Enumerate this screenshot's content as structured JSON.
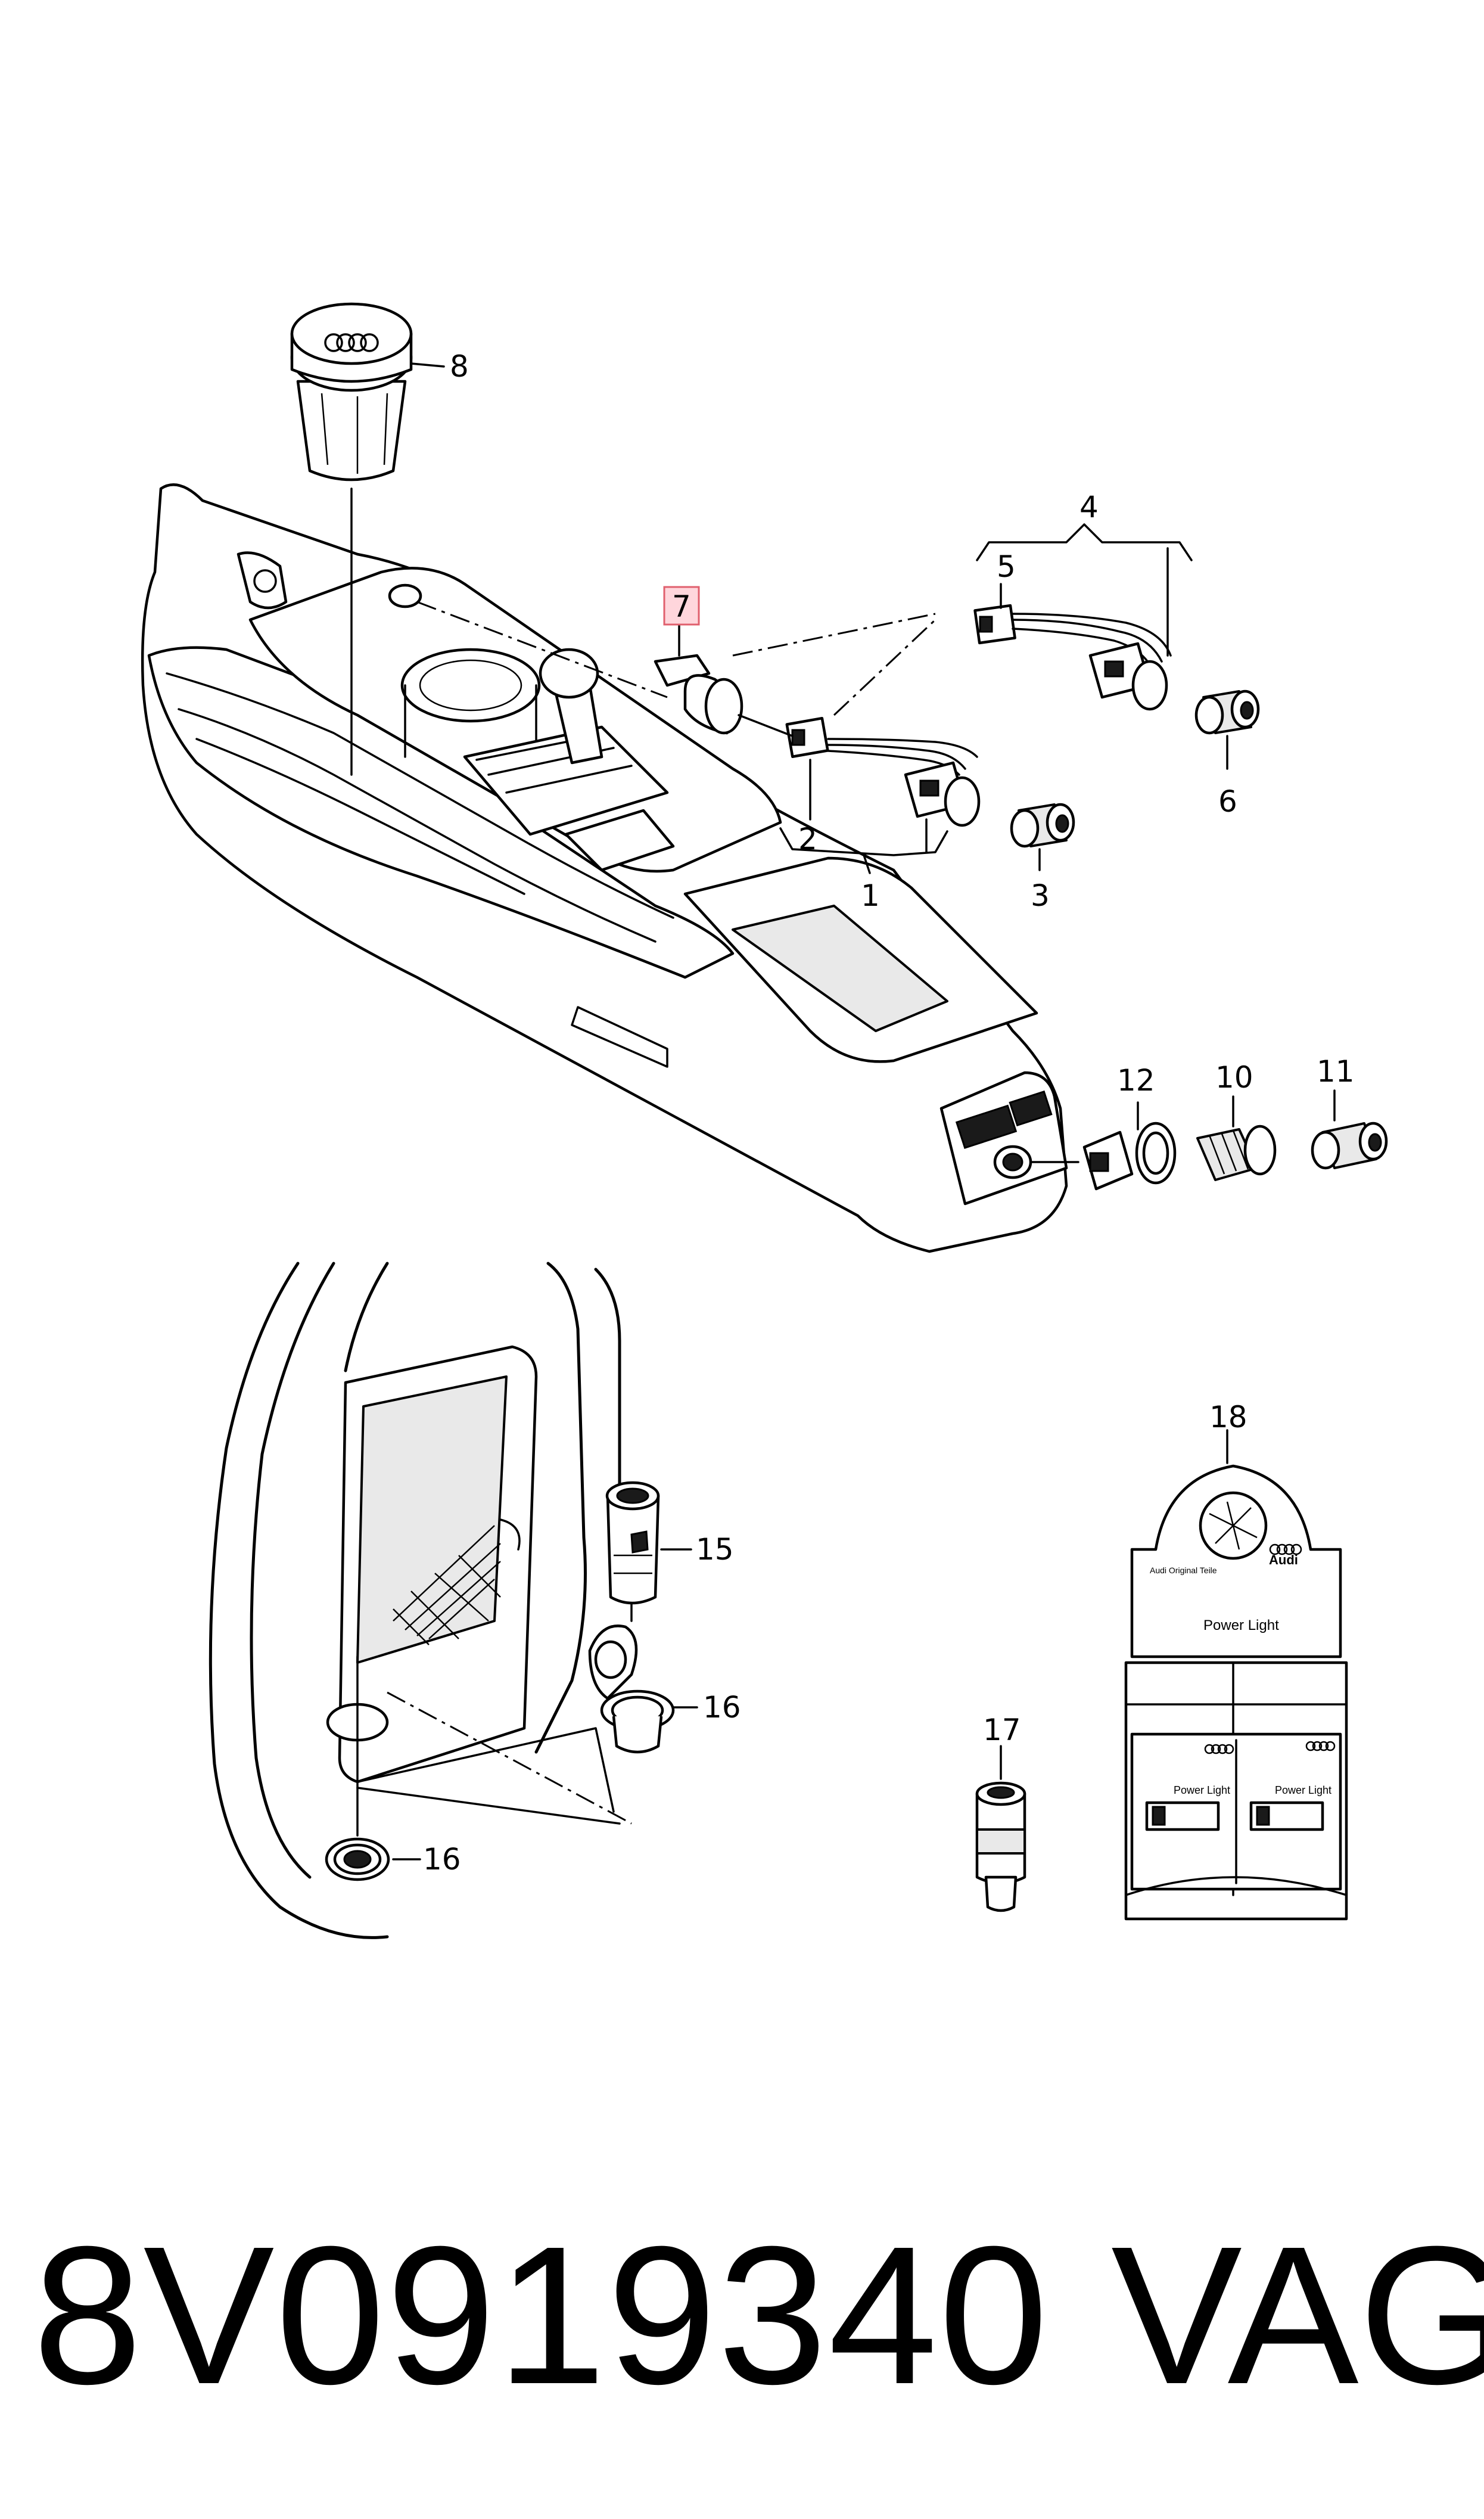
{
  "callouts": {
    "c1": "1",
    "c2": "2",
    "c3": "3",
    "c4": "4",
    "c5": "5",
    "c6": "6",
    "c7": "7",
    "c8": "8",
    "c10": "10",
    "c11": "11",
    "c12": "12",
    "c15": "15",
    "c16a": "16",
    "c16b": "16",
    "c17": "17",
    "c18": "18"
  },
  "highlighted_callout": "7",
  "package": {
    "small_text": "Audi Original Teile",
    "brand_small": "Audi",
    "title": "Power Light",
    "box_label": "Power Light"
  },
  "footer": {
    "part_number": "8V0919340",
    "brand": "VAG"
  },
  "colors": {
    "highlight_fill": "#ffd6dc",
    "highlight_stroke": "#e0606e",
    "line": "#000000"
  }
}
